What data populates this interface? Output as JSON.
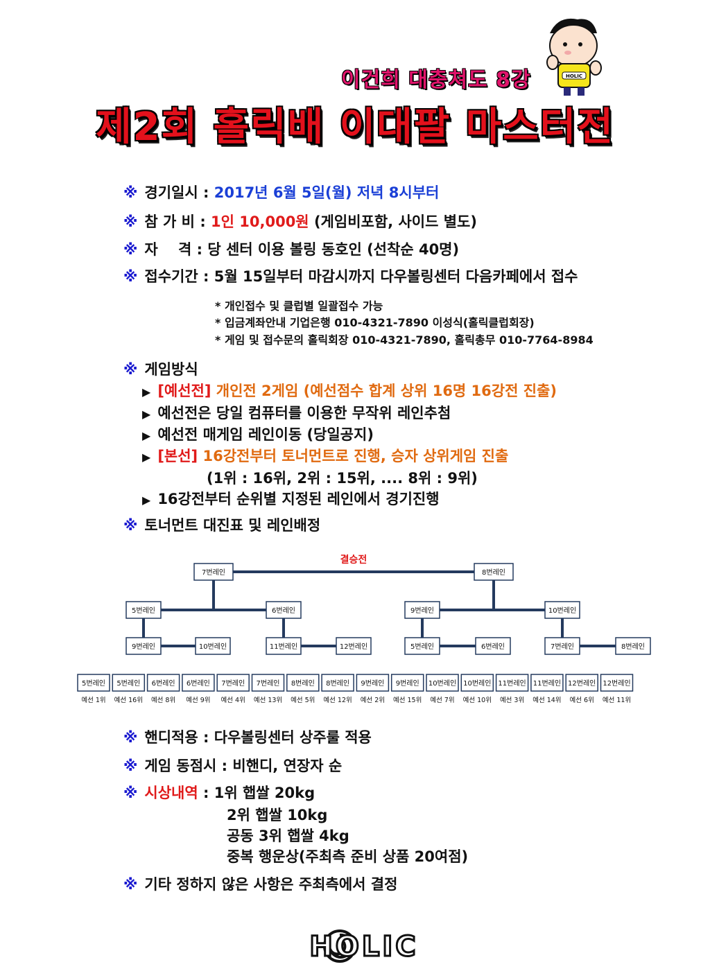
{
  "header": {
    "subtitle": "이건희 대충쳐도 8강",
    "title": "제2회 홀릭배 이대팔 마스터전",
    "mascot_badge": "HOLIC"
  },
  "info": {
    "mark": "※",
    "date_label": "경기일시 :",
    "date_value": "2017년 6월 5일(월) 저녁 8시부터",
    "fee_label": "참 가 비 :",
    "fee_value": "1인 10,000원",
    "fee_note": "(게임비포함, 사이드 별도)",
    "qual_label": "자    격 :",
    "qual_value": "당 센터 이용 볼링 동호인 (선착순 40명)",
    "period_label": "접수기간 :",
    "period_value": "5월 15일부터 마감시까지 다우볼링센터 다음카페에서 접수",
    "notes": [
      "* 개인접수 및 클럽별 일괄접수 가능",
      "* 입금계좌안내 기업은행 010-4321-7890 이성식(홀릭클럽회장)",
      "* 게임 및 접수문의 홀릭회장 010-4321-7890, 홀릭총무 010-7764-8984"
    ]
  },
  "method": {
    "heading": "게임방식",
    "tri": "▶",
    "prelim_tag": "[예선전]",
    "prelim_text": "개인전 2게임 (예선점수 합계 상위 16명 16강전 진출)",
    "item2": "예선전은 당일 컴퓨터를 이용한 무작위 레인추첨",
    "item3": "예선전 매게임 레인이동 (당일공지)",
    "final_tag": "[본선]",
    "final_text": "16강전부터 토너먼트로 진행, 승자 상위게임 진출",
    "final_pairs": "(1위 : 16위, 2위 : 15위, .... 8위 : 9위)",
    "item5": "16강전부터 순위별 지정된 레인에서 경기진행",
    "bracket_heading": "토너먼트 대진표 및 레인배정"
  },
  "bracket": {
    "final_label": "결승전",
    "final_lanes": [
      "7번레인",
      "8번레인"
    ],
    "semi_lanes": [
      "5번레인",
      "6번레인",
      "9번레인",
      "10번레인"
    ],
    "quarter_lanes": [
      "9번레인",
      "10번레인",
      "11번레인",
      "12번레인",
      "5번레인",
      "6번레인",
      "7번레인",
      "8번레인"
    ],
    "r16_lanes": [
      "5번레인",
      "5번레인",
      "6번레인",
      "6번레인",
      "7번레인",
      "7번레인",
      "8번레인",
      "8번레인",
      "9번레인",
      "9번레인",
      "10번레인",
      "10번레인",
      "11번레인",
      "11번레인",
      "12번레인",
      "12번레인"
    ],
    "seeds": [
      "예선 1위",
      "예선 16위",
      "예선 8위",
      "예선 9위",
      "예선 4위",
      "예선 13위",
      "예선 5위",
      "예선 12위",
      "예선 2위",
      "예선 15위",
      "예선 7위",
      "예선 10위",
      "예선 3위",
      "예선 14위",
      "예선 6위",
      "예선 11위"
    ]
  },
  "rules": {
    "handicap": "핸디적용 : 다우볼링센터 상주룰 적용",
    "tie": "게임 동점시 : 비핸디, 연장자 순",
    "prize_label": "시상내역",
    "prize_colon": " : ",
    "prizes": [
      "1위 햅쌀 20kg",
      "2위 햅쌀 10kg",
      "공동 3위 햅쌀 4kg",
      "중복 행운상(주최측 준비 상품 20여점)"
    ],
    "other": "기타 정하지 않은 사항은 주최측에서 결정"
  },
  "footer": {
    "logo_text": "HOLIC"
  },
  "colors": {
    "title_red": "#e3111c",
    "value_blue": "#1a3fd6",
    "accent_red": "#e01a1a",
    "accent_orange": "#e06a10",
    "bracket_navy": "#243a5e"
  }
}
